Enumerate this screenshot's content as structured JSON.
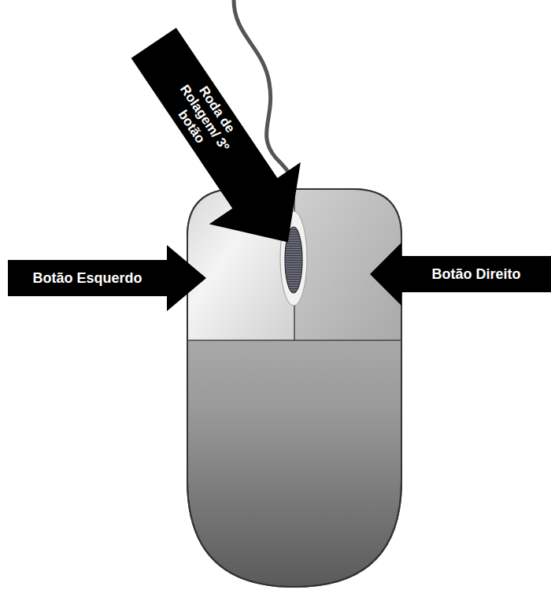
{
  "diagram": {
    "nodes": [
      {
        "text": [
          "Roda de Rolagem/ 3º botão"
        ]
      },
      {
        "text": [
          "Botão Esquerdo"
        ]
      },
      {
        "text": [
          "Botão Direito"
        ]
      }
    ]
  }
}
